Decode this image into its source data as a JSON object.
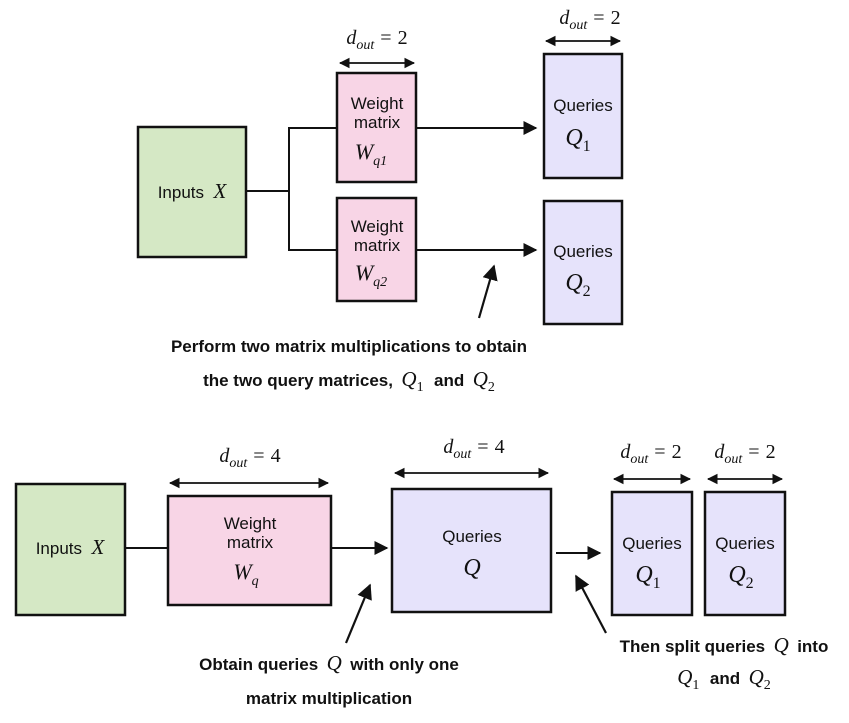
{
  "labels": {
    "inputs": "Inputs",
    "inputs_var": "X",
    "weight_line1": "Weight",
    "weight_line2": "matrix",
    "weight_var": "W",
    "queries": "Queries",
    "queries_var": "Q",
    "dout": "d",
    "dout_sub": "out",
    "eq": "=",
    "two": "2",
    "four": "4"
  },
  "top": {
    "w1_sub": "q1",
    "w2_sub": "q2",
    "q1_sub": "1",
    "q2_sub": "2",
    "caption_line1": "Perform two matrix multiplications to obtain",
    "caption_line2_pre": "the two query matrices,",
    "caption_and": "and"
  },
  "bottom": {
    "w_sub": "q",
    "caption_left_line1_pre": "Obtain queries",
    "caption_left_line1_post": "with only one",
    "caption_left_line2": "matrix multiplication",
    "caption_right_line1_pre": "Then split queries",
    "caption_right_line1_post": "into",
    "caption_right_and": "and",
    "split_sub1": "1",
    "split_sub2": "2"
  },
  "colors": {
    "green": "#d5e8c5",
    "pink": "#f8d5e6",
    "lavender": "#e6e3fb",
    "stroke": "#111111"
  }
}
